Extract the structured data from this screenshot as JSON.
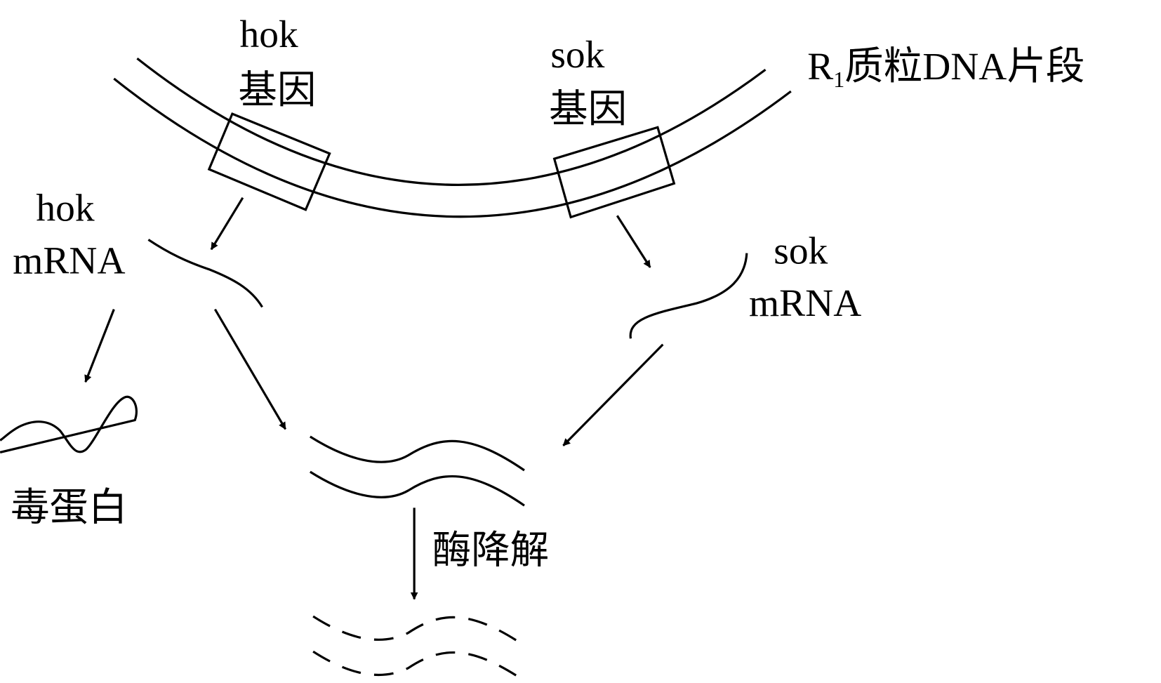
{
  "labels": {
    "hok_gene_name": "hok",
    "hok_gene_suffix": "基因",
    "sok_gene_name": "sok",
    "sok_gene_suffix": "基因",
    "plasmid_prefix": "R",
    "plasmid_subscript": "1",
    "plasmid_suffix": "质粒DNA片段",
    "hok_mrna_name": "hok",
    "hok_mrna_suffix": "mRNA",
    "sok_mrna_name": "sok",
    "sok_mrna_suffix": "mRNA",
    "toxin_protein": "毒蛋白",
    "enzyme_degradation": "酶降解"
  },
  "colors": {
    "stroke": "#000000",
    "background": "#ffffff"
  }
}
